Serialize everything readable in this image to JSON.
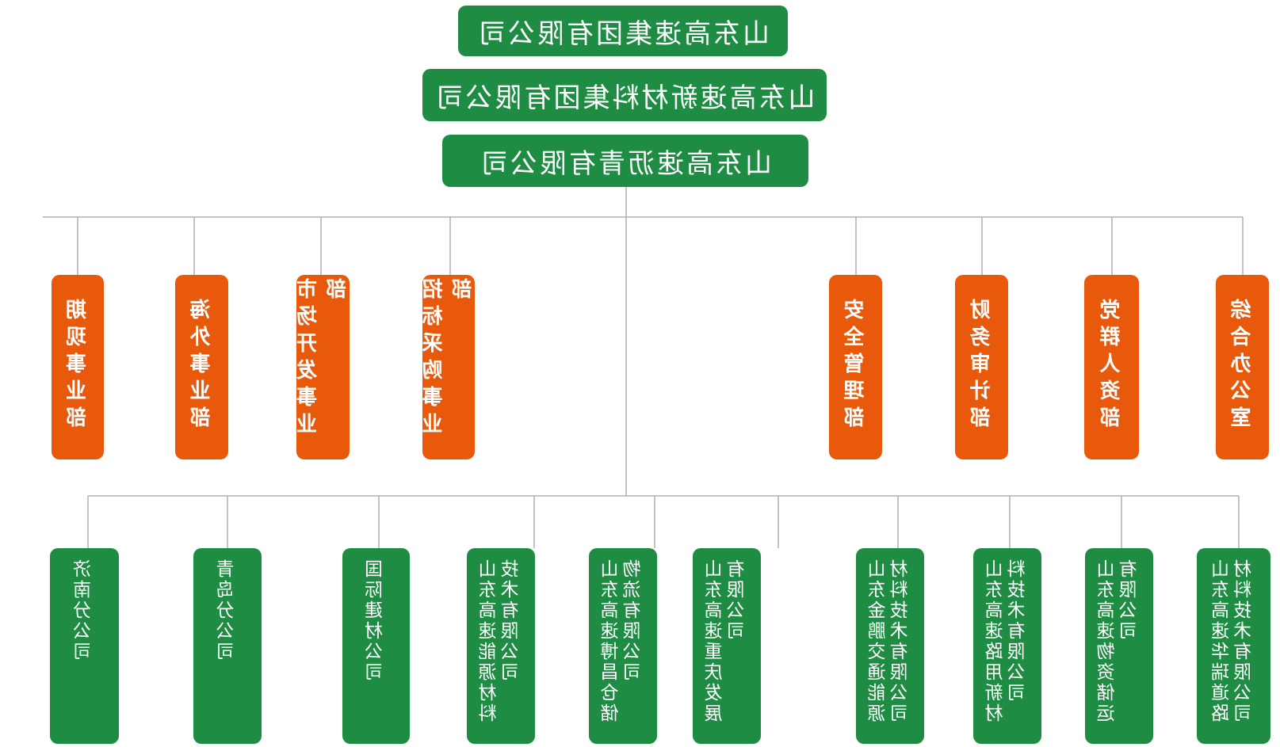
{
  "header": {
    "group": "山东高速集团有限公司",
    "materials_group": "山东高速新材料集团有限公司",
    "asphalt_company": "山东高速沥青有限公司"
  },
  "departments": [
    "期现事业部",
    "海外事业部",
    "市场开发事业部",
    "招标采购事业部",
    "安全管理部",
    "财务审计部",
    "党群人资部",
    "综合办公室"
  ],
  "subsidiaries": [
    "济南分公司",
    "青岛分公司",
    "国际建材公司",
    "山东高速能源材料技术有限公司",
    "山东高速博昌仓储物流有限公司",
    "山东高速重庆发展有限公司",
    "山东金鹏交通能源材料技术有限公司",
    "山东高速路用新材料技术有限公司",
    "山东高速物资储运有限公司",
    "山东高速华瑞道路材料技术有限公司"
  ],
  "colors": {
    "green": "#1e8c43",
    "orange": "#e8590c",
    "line": "#b0b0b0"
  }
}
